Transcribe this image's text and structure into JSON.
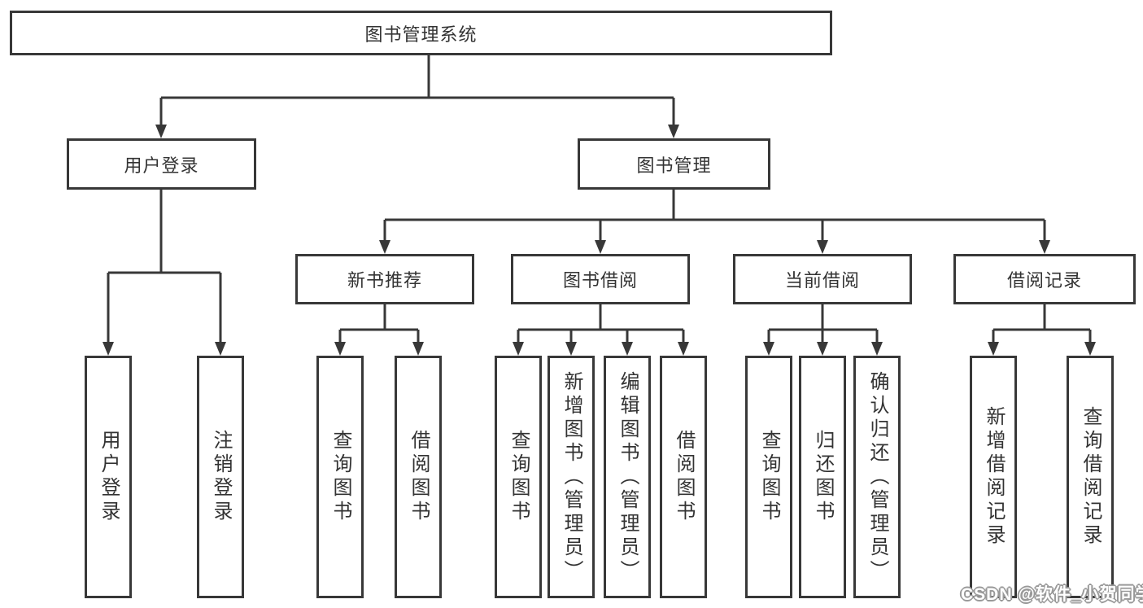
{
  "diagram": {
    "root": {
      "label": "图书管理系统"
    },
    "level2": [
      {
        "label": "用户登录"
      },
      {
        "label": "图书管理"
      }
    ],
    "level3": [
      {
        "label": "新书推荐"
      },
      {
        "label": "图书借阅"
      },
      {
        "label": "当前借阅"
      },
      {
        "label": "借阅记录"
      }
    ],
    "leaves": [
      {
        "label": "用户登录"
      },
      {
        "label": "注销登录"
      },
      {
        "label": "查询图书"
      },
      {
        "label": "借阅图书"
      },
      {
        "label": "查询图书"
      },
      {
        "label": "新增图书（管理员）"
      },
      {
        "label": "编辑图书（管理员）"
      },
      {
        "label": "借阅图书"
      },
      {
        "label": "查询图书"
      },
      {
        "label": "归还图书"
      },
      {
        "label": "确认归还（管理员）"
      },
      {
        "label": "新增借阅记录"
      },
      {
        "label": "查询借阅记录"
      }
    ],
    "watermark": "CSDN @软件_小贺同学",
    "colors": {
      "line": "#383838",
      "text": "#333333",
      "background": "#ffffff",
      "watermark_text": "#ffffff",
      "watermark_shadow": "#999999"
    }
  }
}
